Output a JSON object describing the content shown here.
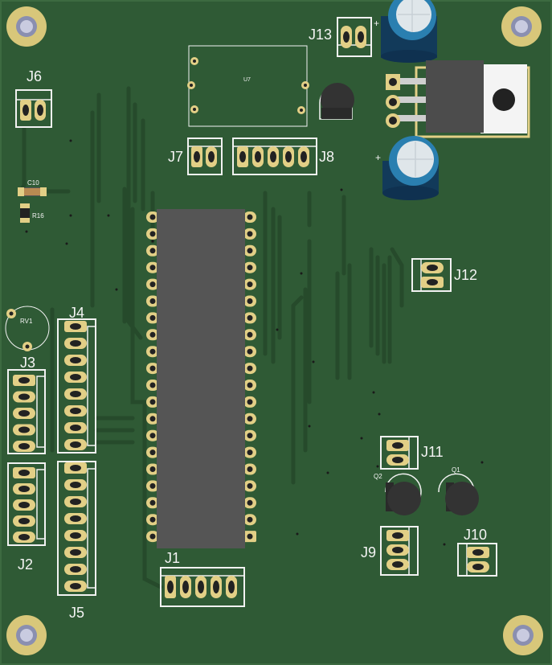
{
  "colors": {
    "board": "#2f5a35",
    "trace": "#2b5230",
    "silk": "#f2f2f2",
    "pad": "#e2cf86",
    "chip": "#555555",
    "cap": "#2a7fb0",
    "mount": "#d8c77a"
  },
  "labels": {
    "j1": "J1",
    "j2": "J2",
    "j3": "J3",
    "j4": "J4",
    "j5": "J5",
    "j6": "J6",
    "j7": "J7",
    "j8": "J8",
    "j9": "J9",
    "j10": "J10",
    "j11": "J11",
    "j12": "J12",
    "j13": "J13",
    "u7": "U7",
    "c10": "C10",
    "r16": "R16",
    "rv1": "RV1",
    "q1": "Q1",
    "q2": "Q2"
  }
}
